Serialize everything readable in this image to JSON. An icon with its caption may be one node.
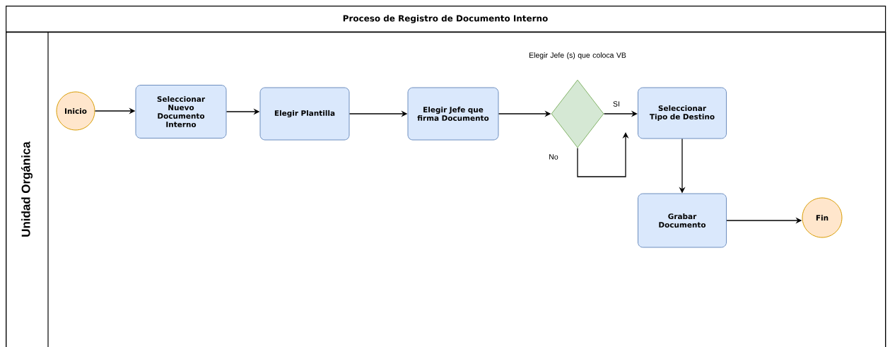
{
  "diagram": {
    "nodes": [
      {
        "text": [
          "Proceso de Registro de Documento Interno"
        ]
      },
      {
        "text": [
          "Unidad Orgánica"
        ],
        "in": 0
      },
      {
        "text": [
          "Inicio"
        ],
        "in": 1
      },
      {
        "text": [
          "Seleccionar Nuevo Documento Interno"
        ],
        "in": 1
      },
      {
        "text": [
          "Elegir Plantilla"
        ],
        "in": 1
      },
      {
        "text": [
          "Elegir Jefe que firma Documento"
        ],
        "in": 1
      },
      {
        "text": [
          "Elegir Jefe (s) que coloca VB"
        ],
        "in": 1
      },
      {
        "text": [
          "Seleccionar Tipo de Destino"
        ],
        "in": 1
      },
      {
        "text": [
          "Grabar Documento"
        ],
        "in": 1
      },
      {
        "text": [
          "Fin"
        ],
        "in": 1
      }
    ],
    "edges": [
      {
        "from": 2,
        "to": 3,
        "arrow": "to"
      },
      {
        "from": 3,
        "to": 4,
        "arrow": "to"
      },
      {
        "from": 4,
        "to": 5,
        "arrow": "to"
      },
      {
        "from": 5,
        "to": 6,
        "arrow": "to"
      },
      {
        "from": 6,
        "to": 7,
        "arrow": "to",
        "label": "SI"
      },
      {
        "from": 6,
        "to": 7,
        "arrow": "to",
        "label": "No"
      },
      {
        "from": 7,
        "to": 8,
        "arrow": "to"
      },
      {
        "from": 8,
        "to": 9,
        "arrow": "to"
      }
    ]
  }
}
